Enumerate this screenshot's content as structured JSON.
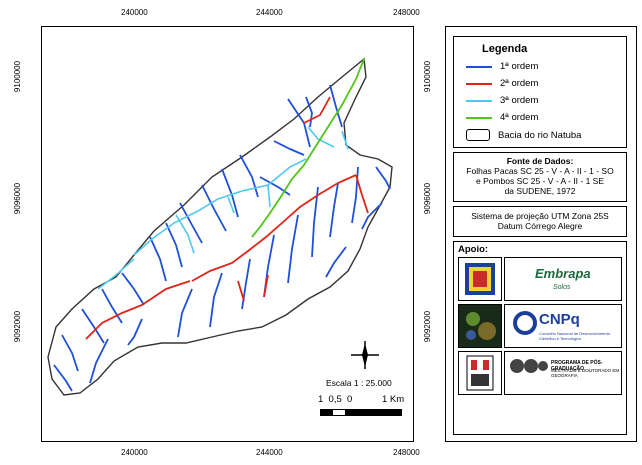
{
  "axes": {
    "top_ticks": [
      "240000",
      "244000",
      "248000"
    ],
    "bottom_ticks": [
      "240000",
      "244000",
      "248000"
    ],
    "left_ticks": [
      "9100000",
      "9096000",
      "9092000"
    ],
    "right_ticks": [
      "9100000",
      "9096000",
      "9092000"
    ]
  },
  "legend": {
    "title": "Legenda",
    "items": [
      {
        "label": "1ª ordem",
        "color": "#1f4fd6"
      },
      {
        "label": "2ª ordem",
        "color": "#e2231a"
      },
      {
        "label": "3ª ordem",
        "color": "#4fc8ef"
      },
      {
        "label": "4ª ordem",
        "color": "#52c41a"
      }
    ],
    "basin_label": "Bacia do rio Natuba"
  },
  "source": {
    "title": "Fonte de Dados:",
    "line1": "Folhas Pacas SC 25 - V - A - II - 1 - SO",
    "line2": "e Pombos  SC 25 - V - A - II - 1 SE",
    "line3": "da SUDENE, 1972"
  },
  "projection": {
    "line1": "Sistema de projeção UTM   Zona 25S",
    "line2": "Datum  Córrego Alegre"
  },
  "support": {
    "title": "Apoio:",
    "embrapa": "Embrapa",
    "embrapa_sub": "Solos",
    "cnpq": "CNPq",
    "cnpq_sub": "Conselho Nacional de Desenvolvimento Científico e Tecnológico",
    "posgrad_line1": "PROGRAMA DE PÓS-GRADUAÇÃO",
    "posgrad_line2": "MESTRADO E DOUTORADO EM GEOGRAFIA"
  },
  "scale": {
    "label": "Escala 1 : 25.000",
    "ticks": "1  0,5  0",
    "unit": "1 Km"
  }
}
